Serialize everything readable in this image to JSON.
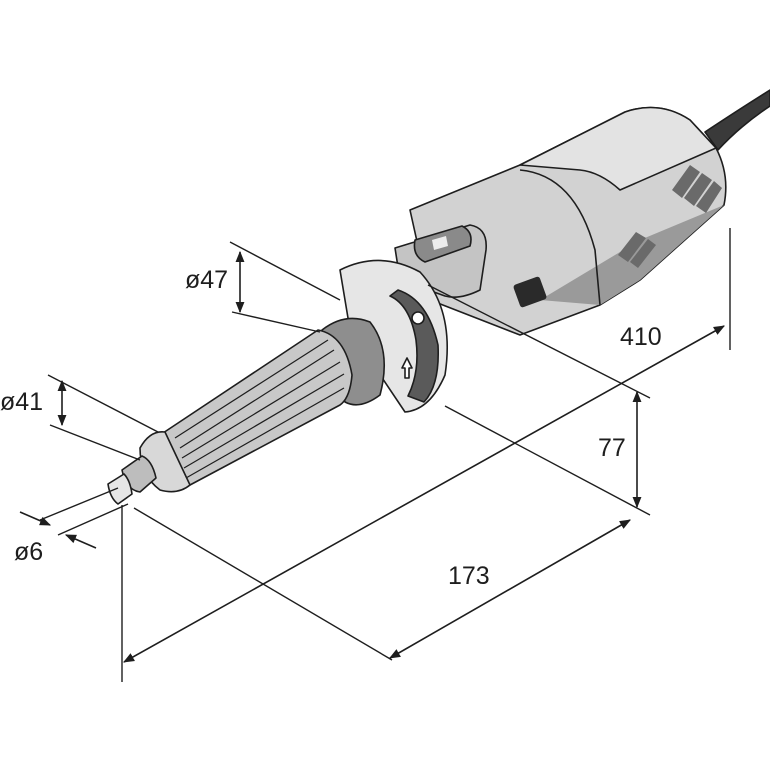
{
  "dimensions": {
    "collet_diameter": "ø6",
    "nose_diameter": "ø41",
    "collar_diameter": "ø47",
    "total_length": "410",
    "height": "77",
    "front_length": "173"
  },
  "colors": {
    "body_fill": "#d2d2d2",
    "body_shadow": "#9a9a9a",
    "grip_fill": "#c8c8c8",
    "outline": "#1e1e1e"
  }
}
